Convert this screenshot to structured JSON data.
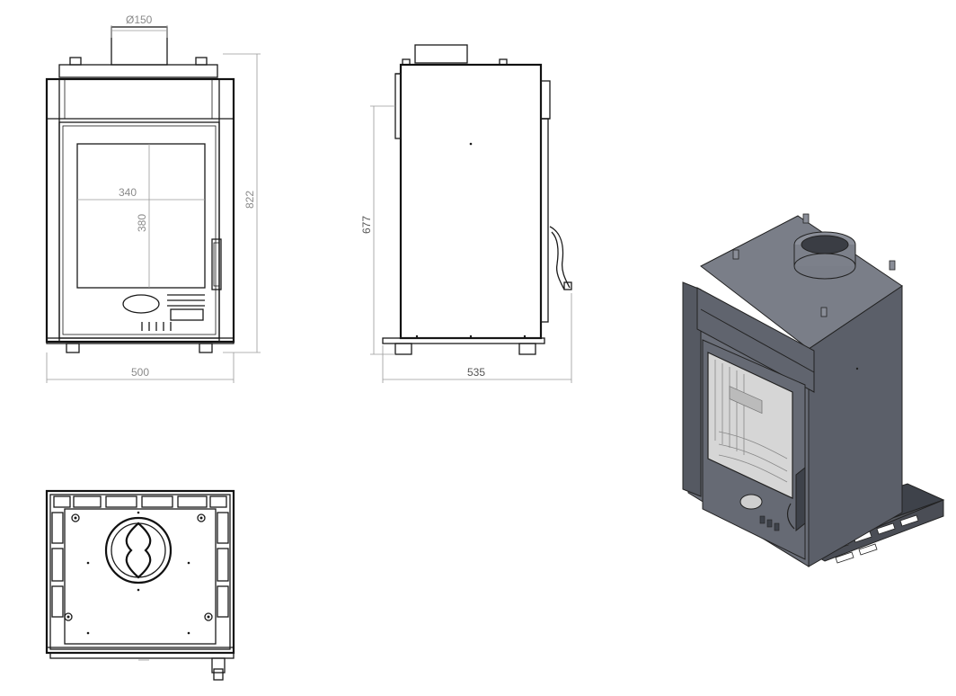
{
  "front_view": {
    "dim_flue_diameter": "Ø150",
    "dim_glass_width": "340",
    "dim_glass_height": "380",
    "dim_total_height": "822",
    "dim_total_width": "500"
  },
  "side_view": {
    "dim_height": "677",
    "dim_depth": "535"
  },
  "colors": {
    "line": "#1a1a1a",
    "dimension": "#9a9a9a",
    "iso_face_front": "#6a6e78",
    "iso_face_side": "#5b5f69",
    "iso_face_top": "#7a7e88"
  }
}
